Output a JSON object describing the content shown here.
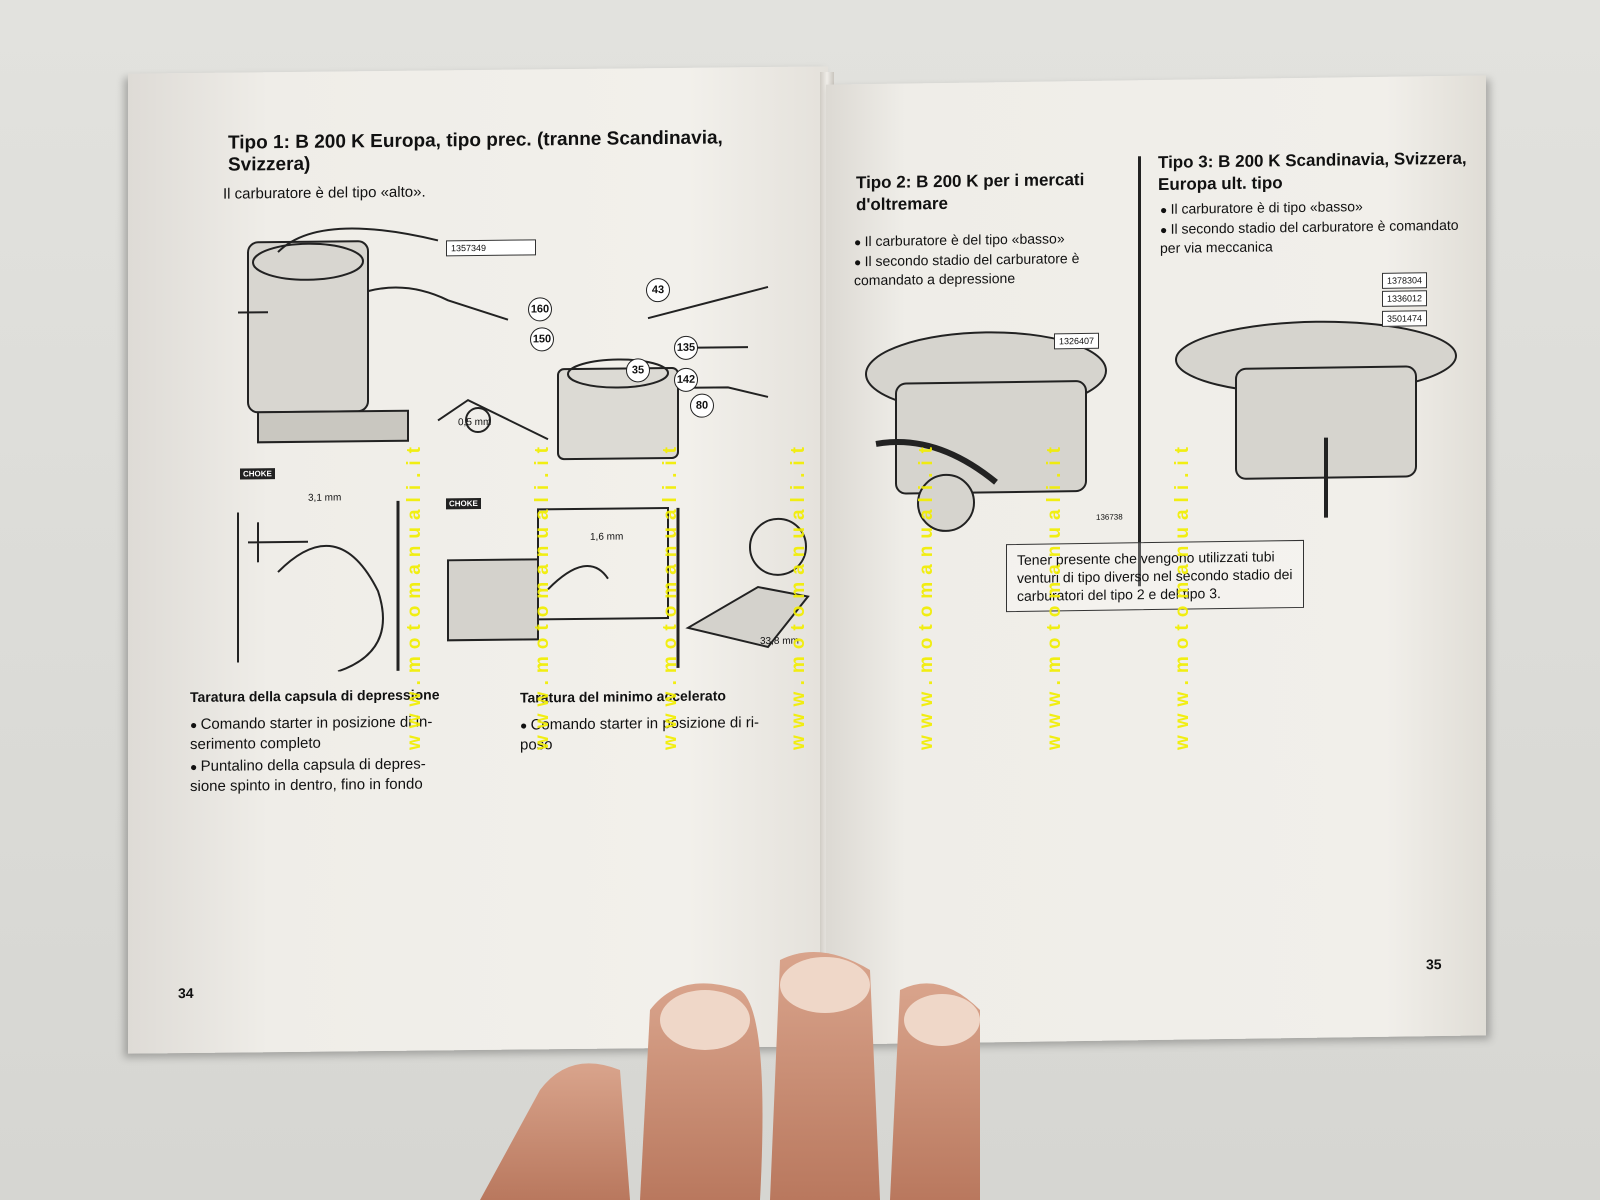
{
  "left_page": {
    "title": "Tipo 1: B 200 K Europa, tipo prec. (tranne Scandinavia, Svizzera)",
    "subtitle": "Il carburatore è del tipo «alto».",
    "part_tag": "1357349",
    "part_numbers": [
      "160",
      "150",
      "43",
      "135",
      "35",
      "142",
      "80"
    ],
    "dim_05": "0,5 mm",
    "dim_31": "3,1 mm",
    "dim_16": "1,6 mm",
    "dim_338": "33,8 mm",
    "choke_label": "CHOKE",
    "section1_title": "Taratura della capsula di depressione",
    "section1_bullets": [
      "Comando starter in posizione di in-\nserimento completo",
      "Puntalino della capsula di depres-\nsione spinto in dentro, fino in fondo"
    ],
    "section2_title": "Taratura del minimo accelerato",
    "section2_bullets": [
      "Comando starter in posizione di ri-\nposo"
    ],
    "page_number": "34"
  },
  "right_page": {
    "col1_title": "Tipo 2: B 200 K per i mercati d'oltremare",
    "col1_bullets": [
      "Il carburatore è del tipo «basso»",
      "Il secondo stadio del carburatore è comandato a depressione"
    ],
    "col1_tag": "1326407",
    "col1_fig": "136738",
    "col2_title": "Tipo 3: B 200 K Scandinavia, Svizzera, Europa ult. tipo",
    "col2_bullets": [
      "Il carburatore è di tipo «basso»",
      "Il secondo stadio del carburatore è comandato per via meccanica"
    ],
    "col2_tags": [
      "1378304",
      "1336012",
      "3501474"
    ],
    "note": "Tener presente che vengono utilizzati tubi venturi di tipo diverso nel secondo stadio dei carburatori del tipo 2 e del tipo 3.",
    "page_number": "35"
  },
  "watermark": "www.motomanuali.it",
  "colors": {
    "watermark": "#f2ee00",
    "paper": "#f0eee9",
    "ink": "#111111"
  }
}
